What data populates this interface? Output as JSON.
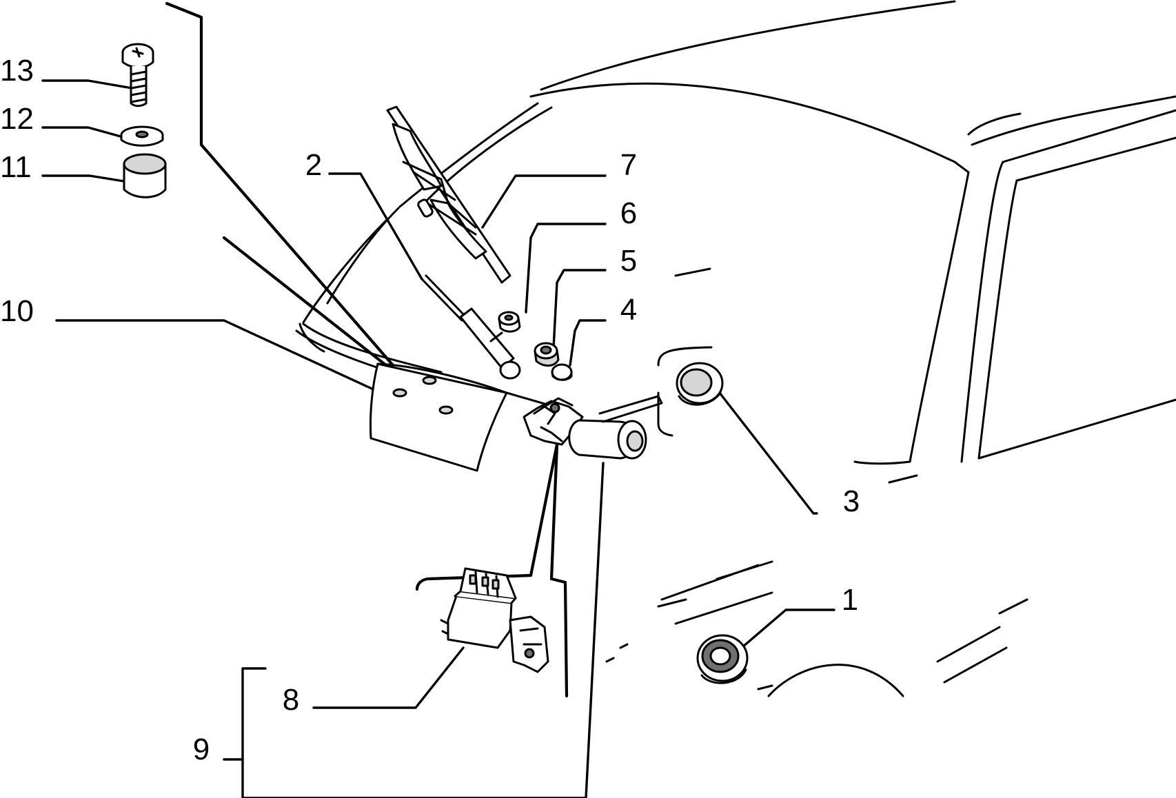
{
  "colors": {
    "ink": "#000000",
    "paper": "#ffffff",
    "shade": "#d6d6d6"
  },
  "parts": [
    {
      "number": "1",
      "icon": "grommet-icon"
    },
    {
      "number": "2",
      "icon": "wiper-arm-icon"
    },
    {
      "number": "3",
      "icon": "grommet-icon"
    },
    {
      "number": "4",
      "icon": "washer-icon"
    },
    {
      "number": "5",
      "icon": "nut-icon"
    },
    {
      "number": "6",
      "icon": "cap-icon"
    },
    {
      "number": "7",
      "icon": "wiper-blade-icon"
    },
    {
      "number": "8",
      "icon": "relay-icon"
    },
    {
      "number": "9",
      "icon": "motor-icon"
    },
    {
      "number": "10",
      "icon": "cover-icon"
    },
    {
      "number": "11",
      "icon": "spacer-icon"
    },
    {
      "number": "12",
      "icon": "washer-icon"
    },
    {
      "number": "13",
      "icon": "screw-icon"
    }
  ]
}
